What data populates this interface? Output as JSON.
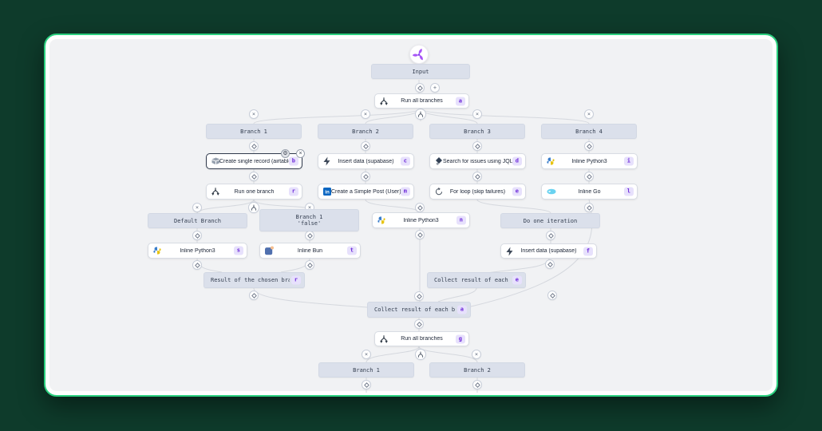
{
  "app": {
    "name": "workflow-editor"
  },
  "colors": {
    "background": "#0e3b2b",
    "canvas_border": "#2bd07f",
    "canvas_bg": "#f1f2f4",
    "header_node_bg": "#dbe0eb",
    "badge_bg": "#e7e1fc",
    "badge_text": "#6d28d9",
    "start_icon_purple": "#a855f7"
  },
  "canvas": {
    "nodes": [
      {
        "id": "start",
        "kind": "start",
        "icon": "windmill-logo-icon"
      },
      {
        "id": "input",
        "kind": "label",
        "label": "Input"
      },
      {
        "id": "run_all_a",
        "kind": "action",
        "label": "Run all branches",
        "badge": "a",
        "icon": "branches-icon"
      },
      {
        "id": "branch_1",
        "kind": "label",
        "label": "Branch 1"
      },
      {
        "id": "branch_2",
        "kind": "label",
        "label": "Branch 2"
      },
      {
        "id": "branch_3",
        "kind": "label",
        "label": "Branch 3"
      },
      {
        "id": "branch_4",
        "kind": "label",
        "label": "Branch 4"
      },
      {
        "id": "airtable_b",
        "kind": "action",
        "label": "Create single record (airtable)",
        "badge": "b",
        "icon": "airtable-icon",
        "selected": true
      },
      {
        "id": "supabase_c",
        "kind": "action",
        "label": "Insert data (supabase)",
        "badge": "c",
        "icon": "supabase-icon"
      },
      {
        "id": "jira_d",
        "kind": "action",
        "label": "Search for issues using JQL (...",
        "badge": "d",
        "icon": "jira-icon"
      },
      {
        "id": "python_i",
        "kind": "action",
        "label": "Inline Python3",
        "badge": "i",
        "icon": "python-icon"
      },
      {
        "id": "run_one_r",
        "kind": "action",
        "label": "Run one branch",
        "badge": "r",
        "icon": "branches-icon"
      },
      {
        "id": "linkedin_m",
        "kind": "action",
        "label": "Create a Simple Post (User) (...",
        "badge": "m",
        "icon": "linkedin-icon"
      },
      {
        "id": "forloop_e",
        "kind": "action",
        "label": "For loop (skip failures)",
        "badge": "e",
        "icon": "loop-icon"
      },
      {
        "id": "go_l",
        "kind": "action",
        "label": "Inline Go",
        "badge": "l",
        "icon": "go-icon"
      },
      {
        "id": "default_branch",
        "kind": "label",
        "label": "Default Branch"
      },
      {
        "id": "branch_1_false",
        "kind": "label",
        "label": "Branch 1",
        "sublabel": "'false'"
      },
      {
        "id": "python_n",
        "kind": "action",
        "label": "Inline Python3",
        "badge": "n",
        "icon": "python-icon"
      },
      {
        "id": "do_one_iteration",
        "kind": "label",
        "label": "Do one iteration"
      },
      {
        "id": "python_s",
        "kind": "action",
        "label": "Inline Python3",
        "badge": "s",
        "icon": "python-icon"
      },
      {
        "id": "bun_t",
        "kind": "action",
        "label": "Inline Bun",
        "badge": "t",
        "icon": "bun-icon"
      },
      {
        "id": "supabase_f",
        "kind": "action",
        "label": "Insert data (supabase)",
        "badge": "f",
        "icon": "supabase-icon"
      },
      {
        "id": "result_r",
        "kind": "label",
        "label": "Result of the chosen branch",
        "badge": "r"
      },
      {
        "id": "collect_e",
        "kind": "label",
        "label": "Collect result of each iterat",
        "badge": "e"
      },
      {
        "id": "collect_a",
        "kind": "label",
        "label": "Collect result of each branch",
        "badge": "a"
      },
      {
        "id": "run_all_g",
        "kind": "action",
        "label": "Run all branches",
        "badge": "g",
        "icon": "branches-icon"
      },
      {
        "id": "branch_1_b",
        "kind": "label",
        "label": "Branch 1"
      },
      {
        "id": "branch_2_b",
        "kind": "label",
        "label": "Branch 2"
      }
    ],
    "connectors": [
      {
        "id": "c_d_in",
        "icon": "diamond-icon"
      },
      {
        "id": "c_plus",
        "icon": "plus-icon"
      },
      {
        "id": "x_b1",
        "icon": "cross-icon"
      },
      {
        "id": "x_b2",
        "icon": "cross-icon"
      },
      {
        "id": "hub_a",
        "icon": "branch-hub-icon"
      },
      {
        "id": "x_b3",
        "icon": "cross-icon"
      },
      {
        "id": "x_b4",
        "icon": "cross-icon"
      },
      {
        "id": "d_h1",
        "icon": "diamond-icon"
      },
      {
        "id": "d_h2",
        "icon": "diamond-icon"
      },
      {
        "id": "d_h3",
        "icon": "diamond-icon"
      },
      {
        "id": "d_h4",
        "icon": "diamond-icon"
      },
      {
        "id": "d_r1",
        "icon": "diamond-icon"
      },
      {
        "id": "d_r2",
        "icon": "diamond-icon"
      },
      {
        "id": "d_r3",
        "icon": "diamond-icon"
      },
      {
        "id": "d_r4",
        "icon": "diamond-icon"
      },
      {
        "id": "x_def",
        "icon": "cross-icon"
      },
      {
        "id": "hub_r",
        "icon": "branch-hub-icon"
      },
      {
        "id": "x_false",
        "icon": "cross-icon"
      },
      {
        "id": "d_n_top",
        "icon": "diamond-icon"
      },
      {
        "id": "d_go",
        "icon": "diamond-icon"
      },
      {
        "id": "d_def",
        "icon": "diamond-icon"
      },
      {
        "id": "d_false",
        "icon": "diamond-icon"
      },
      {
        "id": "d_n_bot",
        "icon": "diamond-icon"
      },
      {
        "id": "d_iter",
        "icon": "diamond-icon"
      },
      {
        "id": "d_s",
        "icon": "diamond-icon"
      },
      {
        "id": "d_t",
        "icon": "diamond-icon"
      },
      {
        "id": "d_f",
        "icon": "diamond-icon"
      },
      {
        "id": "d_result",
        "icon": "diamond-icon"
      },
      {
        "id": "d_col_top",
        "icon": "diamond-icon"
      },
      {
        "id": "d_go2",
        "icon": "diamond-icon"
      },
      {
        "id": "d_col_bot",
        "icon": "diamond-icon"
      },
      {
        "id": "x_g1",
        "icon": "cross-icon"
      },
      {
        "id": "hub_g",
        "icon": "branch-hub-icon"
      },
      {
        "id": "x_g2",
        "icon": "cross-icon"
      },
      {
        "id": "d_bb1",
        "icon": "diamond-icon"
      },
      {
        "id": "d_bb2",
        "icon": "diamond-icon"
      }
    ],
    "selected_node_buttons": {
      "settings": "gear",
      "remove": "x"
    }
  }
}
